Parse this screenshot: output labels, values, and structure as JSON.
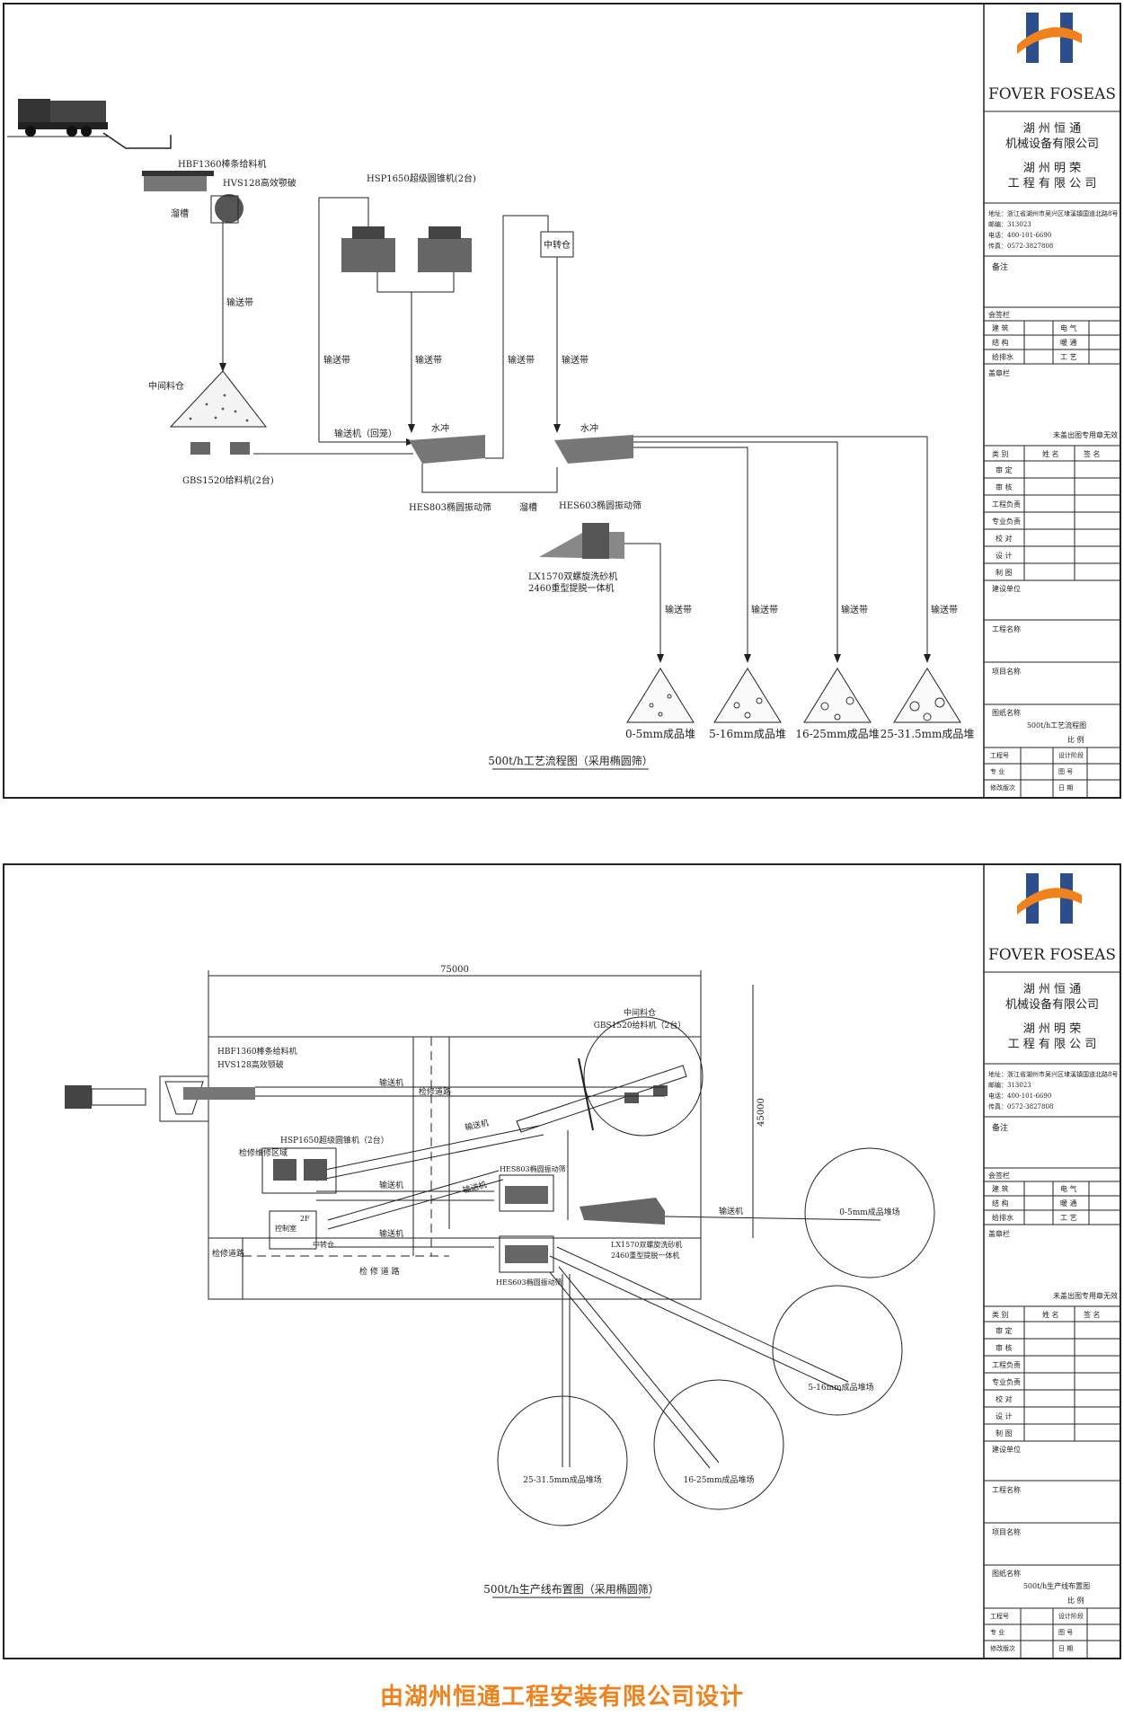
{
  "colors": {
    "brand_orange": "#f0821e",
    "brand_blue": "#2d4e8a",
    "line": "#222222"
  },
  "title_block": {
    "brand": "FOVER FOSEAS",
    "company1_l1": "湖 州 恒 通",
    "company1_l2": "机械设备有限公司",
    "company2_l1": "湖 州 明 荣",
    "company2_l2": "工 程 有 限 公 司",
    "address": "地址：浙江省湖州市吴兴区埭溪镇国道北路8号",
    "postcode": "邮编：313023",
    "phone": "电话：400-101-6690",
    "fax": "传真：0572-3827808",
    "remarks": "备注",
    "sign_section": "会签栏",
    "sign_rows": [
      [
        "建 筑",
        "电 气"
      ],
      [
        "结 构",
        "暖 通"
      ],
      [
        "给排水",
        "工 艺"
      ]
    ],
    "stamp_section": "盖章栏",
    "stamp_note": "未盖出图专用章无效",
    "role_header": [
      "类 别",
      "姓 名",
      "签 名"
    ],
    "roles": [
      "审 定",
      "审 核",
      "工程负责",
      "专业负责",
      "校 对",
      "设 计",
      "制 图"
    ],
    "unit": "建设单位",
    "project_name": "工程名称",
    "item_name": "项目名称",
    "drawing_name": "图纸名称",
    "scale": "比 例",
    "bottom_rows": [
      [
        "工程号",
        "设计阶段"
      ],
      [
        "专 业",
        "图 号"
      ],
      [
        "修改版次",
        "日 期"
      ]
    ]
  },
  "flow": {
    "caption": "500t/h工艺流程图（采用椭圆筛）",
    "drawing_title": "500t/h工艺流程图",
    "feeder": "HBF1360棒条给料机",
    "jaw": "HVS128高效颚破",
    "chute": "溜槽",
    "cone": "HSP1650超级圆锥机(2台)",
    "transfer": "中转仓",
    "conveyor": "输送带",
    "conveyor_return": "输送机（回笼）",
    "stockpile": "中间料仓",
    "gbs": "GBS1520给料机(2台)",
    "water": "水冲",
    "hes803": "HES803椭圆振动筛",
    "hes603": "HES603椭圆振动筛",
    "chute2": "溜槽",
    "sand1": "LX1570双螺旋洗砂机",
    "sand2": "2460重型提脱一体机",
    "piles": [
      "0-5mm成品堆",
      "5-16mm成品堆",
      "16-25mm成品堆",
      "25-31.5mm成品堆"
    ]
  },
  "layout": {
    "caption": "500t/h生产线布置图（采用椭圆筛）",
    "drawing_title": "500t/h生产线布置图",
    "width_dim": "75000",
    "height_dim": "45000",
    "feeder": "HBF1360棒条给料机",
    "jaw": "HVS128高效颚破",
    "cone": "HSP1650超级圆锥机（2台）",
    "stockpile": "中间料仓",
    "gbs": "GBS1520给料机（2台）",
    "maint_area": "检修维修区域",
    "road_v": "检修道路",
    "road_v2": "检修道路",
    "road_h": "检 修 道 路",
    "control1": "2F",
    "control2": "控制室",
    "transfer": "中转仓",
    "conveyor": "输送机",
    "hes803": "HES803椭圆振动筛",
    "hes603": "HES603椭圆振动筛",
    "sand1": "LX1570双螺旋洗砂机",
    "sand2": "2460重型提脱一体机",
    "piles": [
      "0-5mm成品堆场",
      "5-16mm成品堆场",
      "16-25mm成品堆场",
      "25-31.5mm成品堆场"
    ]
  },
  "footer": "由湖州恒通工程安装有限公司设计"
}
